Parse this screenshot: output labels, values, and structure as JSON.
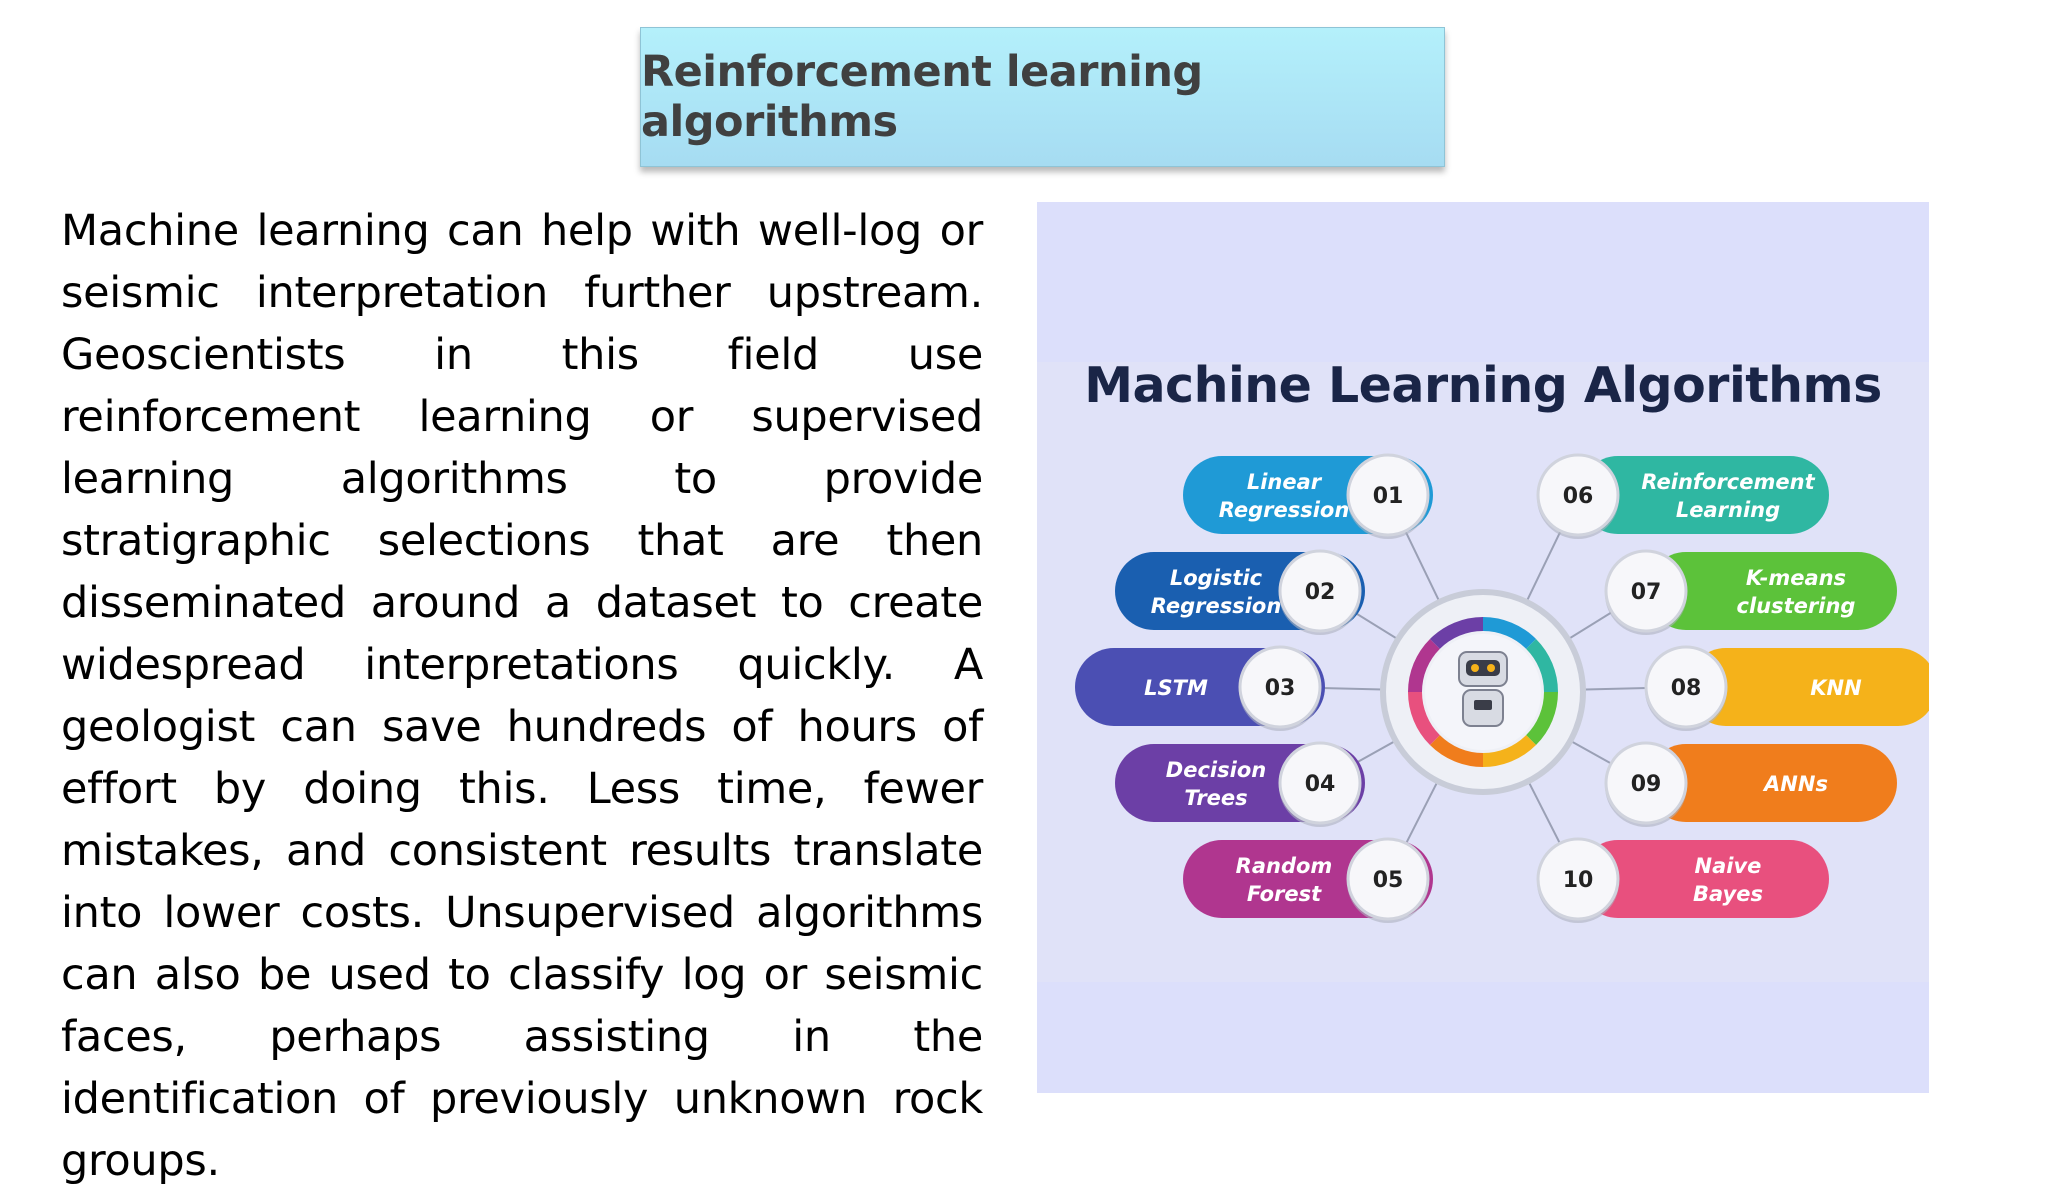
{
  "slide": {
    "title": "Reinforcement learning algorithms",
    "body": "Machine learning can help with well-log or seismic interpretation further upstream. Geoscientists in this field use reinforcement learning or supervised learning algorithms to provide stratigraphic selections that are then disseminated around a dataset to create widespread interpretations quickly. A geologist can save hundreds of hours of effort by doing this. Less time, fewer mistakes, and consistent results translate into lower costs. Unsupervised algorithms can also be used to classify log or seismic faces, perhaps assisting in the identification of previously unknown rock groups."
  },
  "infographic": {
    "title": "Machine Learning Algorithms",
    "center_icon": "robot-icon",
    "left_items": [
      {
        "num": "01",
        "lines": [
          "Linear",
          "Regression"
        ],
        "color": "#1f9ad6"
      },
      {
        "num": "02",
        "lines": [
          "Logistic",
          "Regression"
        ],
        "color": "#1a5fb0"
      },
      {
        "num": "03",
        "lines": [
          "LSTM"
        ],
        "color": "#4b4fb3"
      },
      {
        "num": "04",
        "lines": [
          "Decision",
          "Trees"
        ],
        "color": "#6c3fa6"
      },
      {
        "num": "05",
        "lines": [
          "Random",
          "Forest"
        ],
        "color": "#b0368f"
      }
    ],
    "right_items": [
      {
        "num": "06",
        "lines": [
          "Reinforcement",
          "Learning"
        ],
        "color": "#2fb7a2"
      },
      {
        "num": "07",
        "lines": [
          "K-means",
          "clustering"
        ],
        "color": "#5cc23a"
      },
      {
        "num": "08",
        "lines": [
          "KNN"
        ],
        "color": "#f5b21a"
      },
      {
        "num": "09",
        "lines": [
          "ANNs"
        ],
        "color": "#f07d1c"
      },
      {
        "num": "10",
        "lines": [
          "Naive",
          "Bayes"
        ],
        "color": "#e8507e"
      }
    ]
  }
}
